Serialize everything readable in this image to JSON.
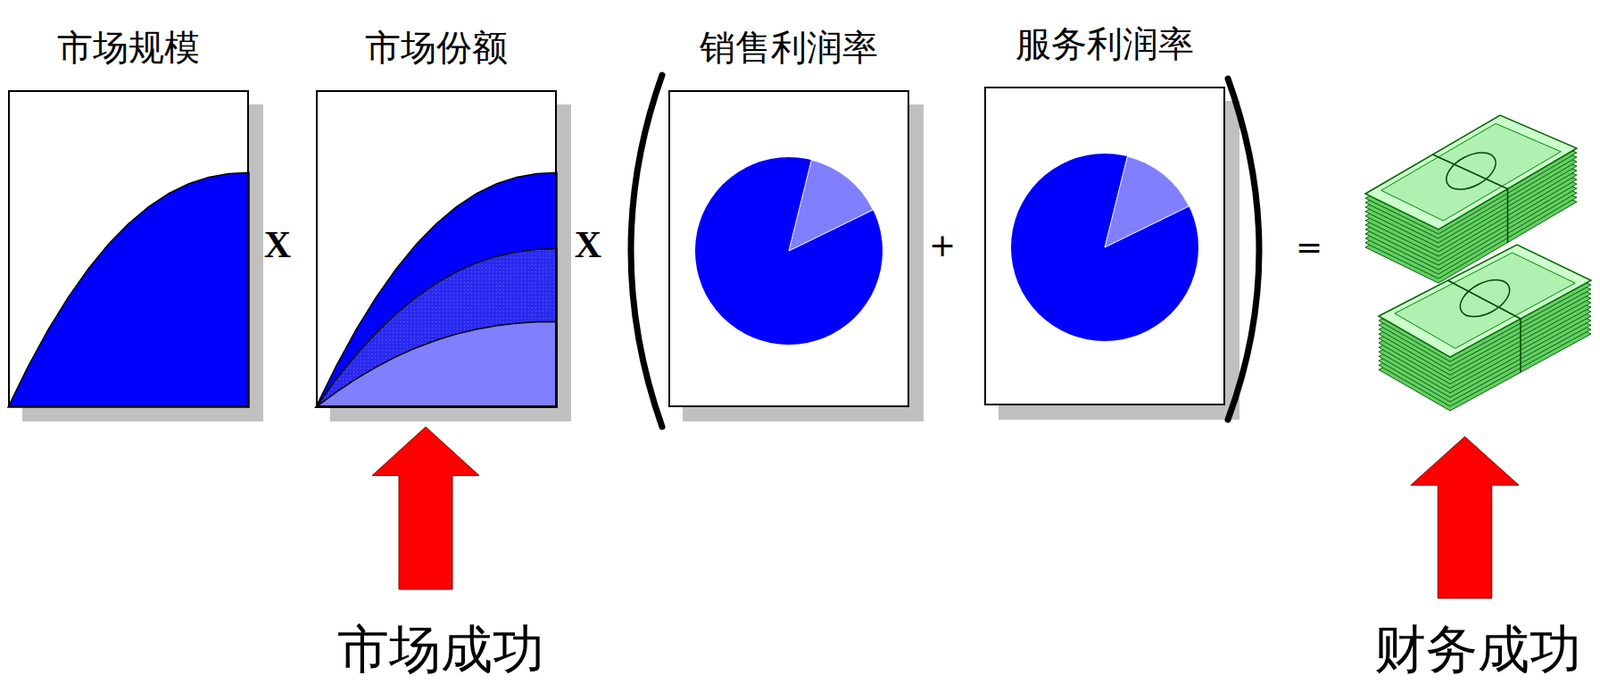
{
  "diagram": {
    "nodes": [
      {
        "text": [
          "市场规模"
        ]
      },
      {
        "text": [
          "市场份额"
        ]
      },
      {
        "text": [
          "销售利润率"
        ]
      },
      {
        "text": [
          "服务利润率"
        ]
      }
    ],
    "labels": [
      "X",
      "X",
      "+",
      "=",
      "市场成功",
      "财务成功"
    ]
  }
}
